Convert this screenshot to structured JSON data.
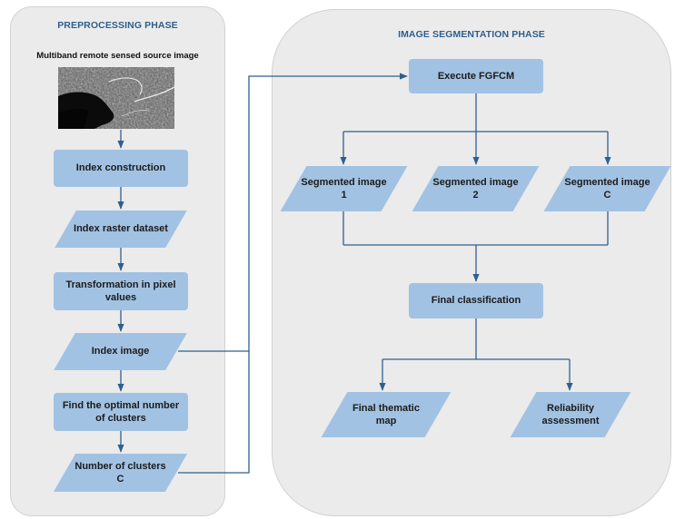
{
  "phases": {
    "preprocessing": {
      "title": "PREPROCESSING PHASE"
    },
    "segmentation": {
      "title": "IMAGE SEGMENTATION PHASE"
    }
  },
  "source": {
    "label": "Multiband remote sensed source image"
  },
  "nodes": {
    "index_construction": "Index construction",
    "index_raster": "Index raster dataset",
    "transformation": "Transformation in pixel values",
    "index_image": "Index image",
    "find_optimal": "Find the optimal number of clusters",
    "number_clusters": "Number of clusters C",
    "execute_fgfcm": "Execute FGFCM",
    "segmented_1": "Segmented image 1",
    "segmented_2": "Segmented image 2",
    "segmented_c": "Segmented image C",
    "final_classification": "Final classification",
    "final_map": "Final thematic map",
    "reliability": "Reliability assessment"
  },
  "colors": {
    "node_fill": "#a2c2e3",
    "phase_fill": "#ebebeb",
    "phase_title": "#2e5f8c",
    "connector": "#2f5f8f"
  }
}
